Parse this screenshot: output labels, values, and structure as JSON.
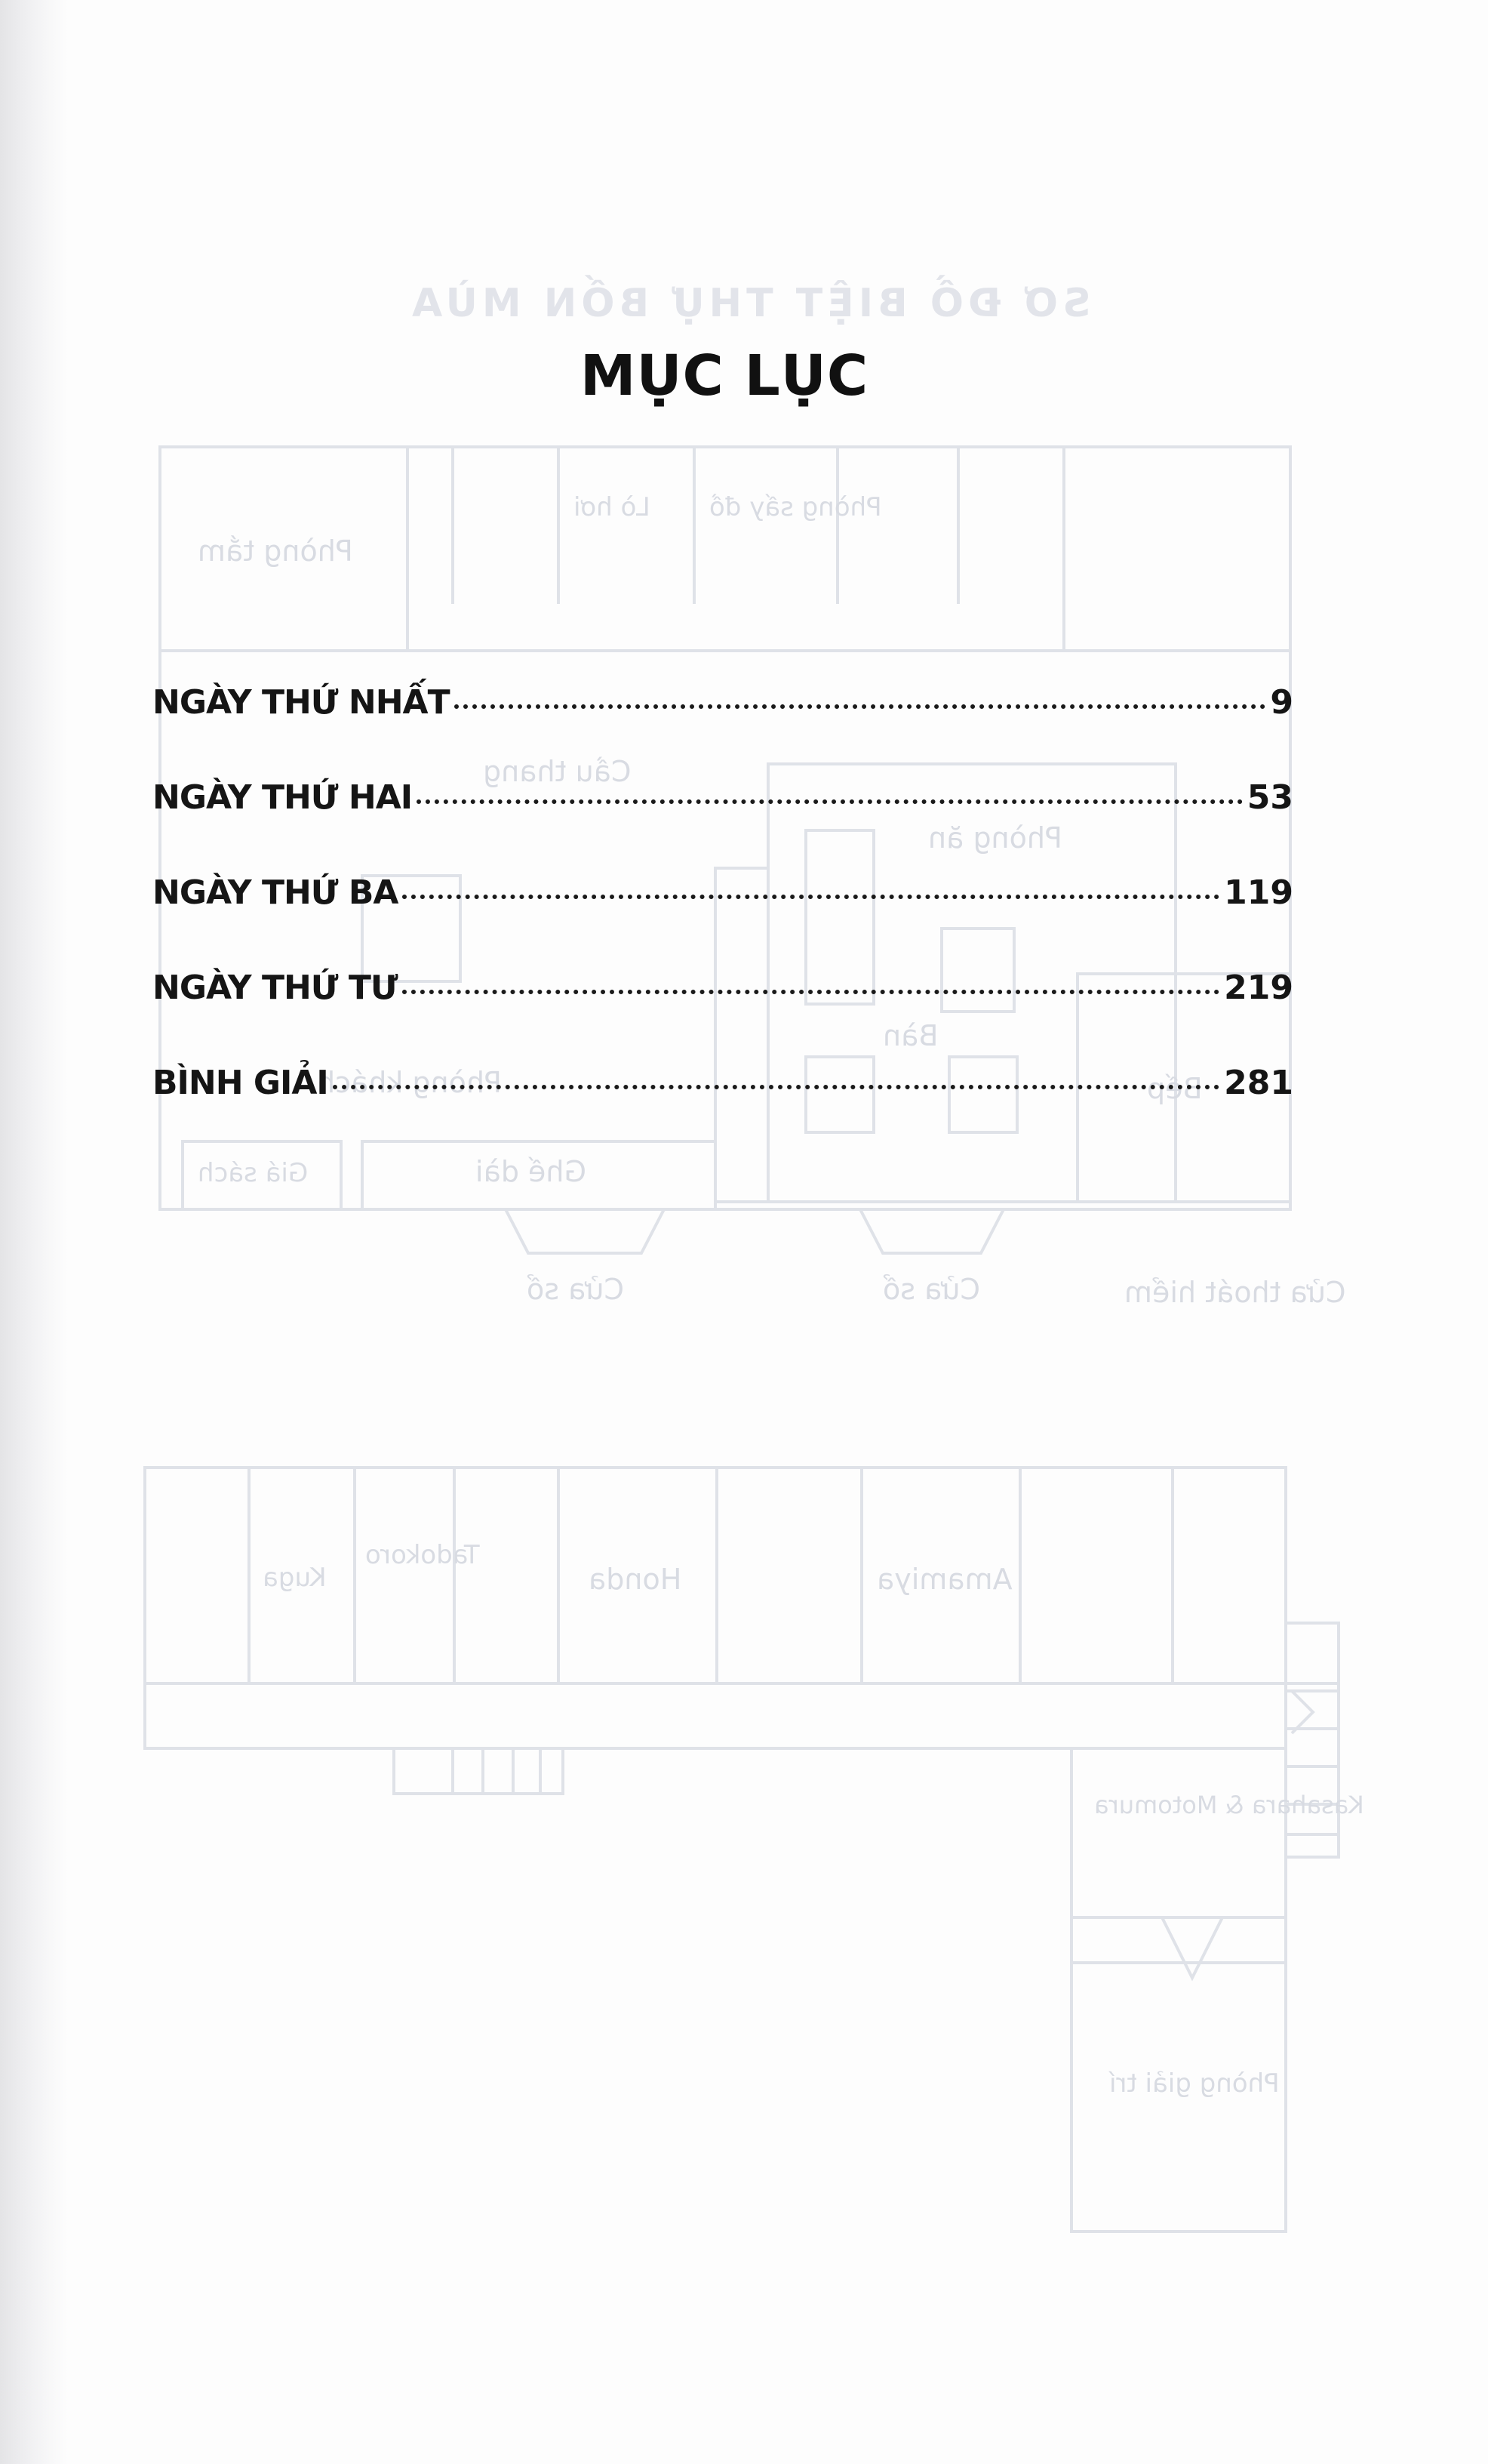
{
  "toc": {
    "title": "MỤC LỤC",
    "entries": [
      {
        "label": "NGÀY THỨ NHẤT",
        "page": "9"
      },
      {
        "label": "NGÀY THỨ HAI",
        "page": "53"
      },
      {
        "label": "NGÀY THỨ BA",
        "page": "119"
      },
      {
        "label": "NGÀY THỨ TƯ",
        "page": "219"
      },
      {
        "label": "BÌNH GIẢI",
        "page": "281"
      }
    ]
  },
  "show_through": {
    "title": "SƠ ĐỒ BIỆT THỰ BỐN MÙA",
    "labels": [
      "Phòng tắm",
      "Lò hơi",
      "Phòng sấy đồ",
      "Cầu thang",
      "Phòng ăn",
      "Bàn",
      "Bếp",
      "Phòng khách",
      "Giá sách",
      "Ghế dài",
      "Cửa sổ",
      "Cửa sổ",
      "Cửa thoát hiểm",
      "Kuga",
      "Tadokoro",
      "Honda",
      "Amamiya",
      "Kasahara & Motomura",
      "Phòng giải trí"
    ]
  },
  "colors": {
    "ink": "#151515",
    "show_through": "#d8dbe2",
    "paper": "#fdfdfd"
  }
}
